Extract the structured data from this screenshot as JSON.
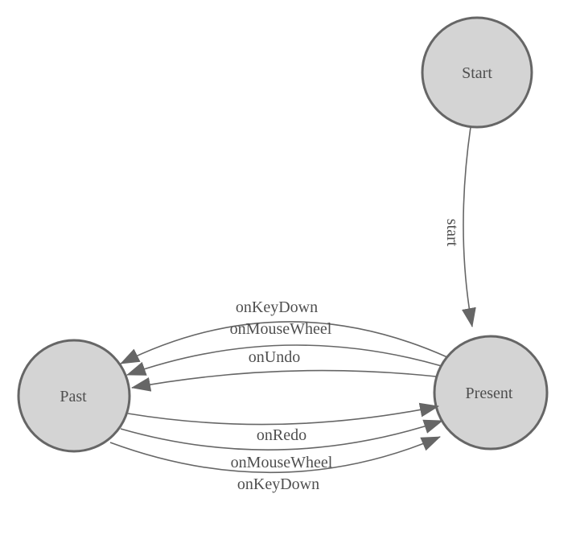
{
  "diagram": {
    "kind": "finite-state-machine",
    "colors": {
      "background": "#ffffff",
      "node_fill": "#d4d4d4",
      "node_stroke": "#666666",
      "edge_stroke": "#666666",
      "arrow_fill": "#666666",
      "label_text": "#4f4f4f"
    },
    "nodes": [
      {
        "id": "start",
        "label": "Start"
      },
      {
        "id": "present",
        "label": "Present"
      },
      {
        "id": "past",
        "label": "Past"
      }
    ],
    "edges": [
      {
        "from": "start",
        "to": "present",
        "label": "start"
      },
      {
        "from": "present",
        "to": "past",
        "label": "onKeyDown"
      },
      {
        "from": "present",
        "to": "past",
        "label": "onMouseWheel"
      },
      {
        "from": "present",
        "to": "past",
        "label": "onUndo"
      },
      {
        "from": "past",
        "to": "present",
        "label": "onRedo"
      },
      {
        "from": "past",
        "to": "present",
        "label": "onMouseWheel"
      },
      {
        "from": "past",
        "to": "present",
        "label": "onKeyDown"
      }
    ]
  }
}
